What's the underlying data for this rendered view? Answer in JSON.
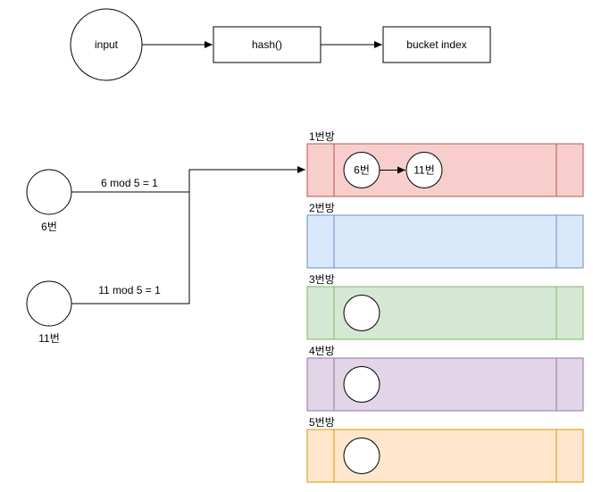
{
  "flow": {
    "input_label": "input",
    "hash_label": "hash()",
    "bucket_label": "bucket index"
  },
  "keys": [
    {
      "node_label": "6번",
      "edge_label": "6 mod 5 = 1"
    },
    {
      "node_label": "11번",
      "edge_label": "11 mod 5 = 1"
    }
  ],
  "buckets": [
    {
      "label": "1번방",
      "fill": "#f8cecc",
      "stroke": "#b85450",
      "items": [
        "6번",
        "11번"
      ]
    },
    {
      "label": "2번방",
      "fill": "#dae8fc",
      "stroke": "#6c8ebf",
      "items": []
    },
    {
      "label": "3번방",
      "fill": "#d5e8d4",
      "stroke": "#82b366",
      "items": [
        ""
      ]
    },
    {
      "label": "4번방",
      "fill": "#e1d5e7",
      "stroke": "#9673a6",
      "items": [
        ""
      ]
    },
    {
      "label": "5번방",
      "fill": "#ffe6cc",
      "stroke": "#d79b00",
      "items": [
        ""
      ]
    }
  ]
}
